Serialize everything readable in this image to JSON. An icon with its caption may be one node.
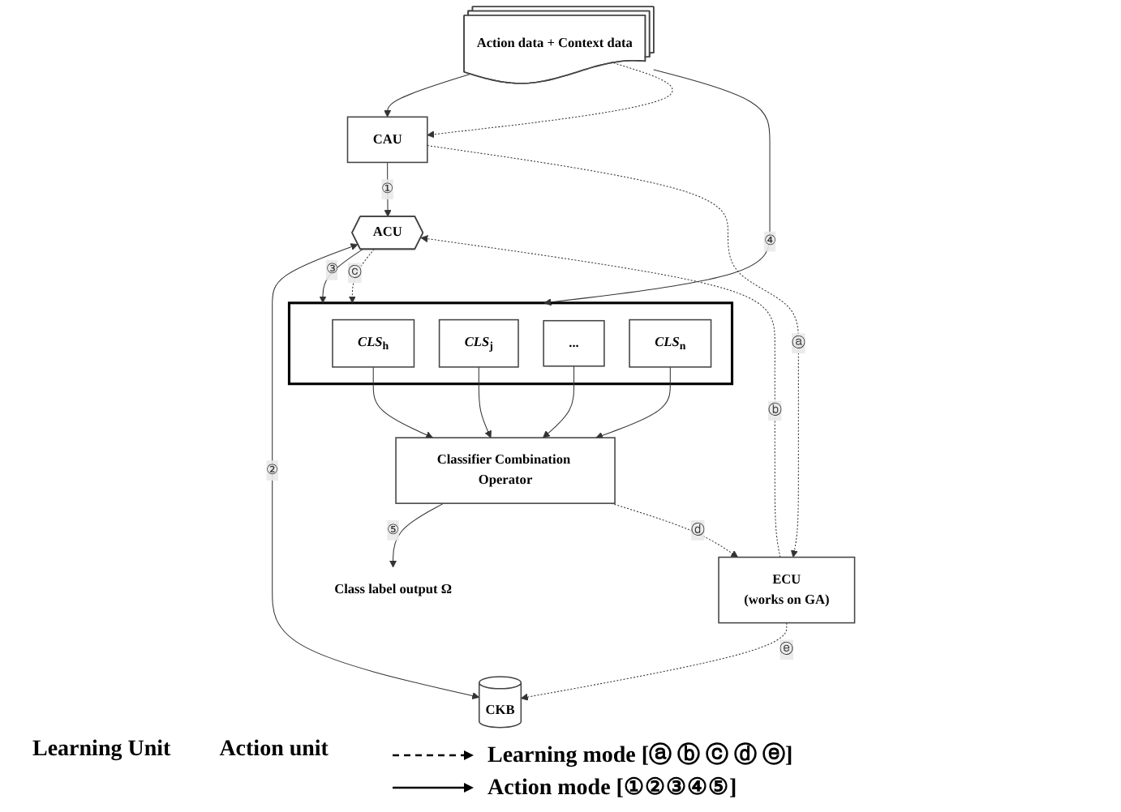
{
  "diagram": {
    "nodes": [
      {
        "text": [
          "CAU"
        ]
      },
      {
        "text": [
          "Action data + Context data"
        ]
      },
      {
        "text": [
          "ECU",
          "(works on GA)"
        ]
      },
      {
        "text": [
          "ACU"
        ]
      },
      {
        "text": [],
        "shape": "box"
      },
      {
        "text": [
          "*CLS*$_{h}$"
        ],
        "in": 4
      },
      {
        "text": [
          "*CLS*$_{j}$"
        ],
        "in": 4
      },
      {
        "text": [
          "..."
        ],
        "in": 4
      },
      {
        "text": [
          "*CLS*$_{n}$"
        ],
        "in": 4
      },
      {
        "text": [
          "Classifier Combination Operator"
        ]
      },
      {
        "text": [
          "CKB"
        ]
      },
      {
        "text": [
          "Class label output Ω"
        ]
      }
    ],
    "edges": [
      {
        "from": 0,
        "to": 3,
        "arrow": "to",
        "label": "①"
      },
      {
        "from": 0,
        "to": 2,
        "arrow": "to",
        "label": "ⓐ",
        "style": "dashed"
      },
      {
        "from": 2,
        "to": 3,
        "arrow": "to",
        "label": "ⓑ",
        "style": "dashed"
      },
      {
        "from": 3,
        "to": 4,
        "arrow": "to",
        "label": "③"
      },
      {
        "from": 3,
        "to": 4,
        "arrow": "to",
        "label": "ⓒ",
        "style": "dashed"
      },
      {
        "from": 3,
        "to": 10,
        "arrow": "both",
        "label": "②"
      },
      {
        "from": 2,
        "to": 10,
        "arrow": "to",
        "label": "ⓔ",
        "style": "dashed"
      },
      {
        "from": 1,
        "to": 0,
        "arrow": "to"
      },
      {
        "from": 1,
        "to": 0,
        "arrow": "to",
        "style": "dashed"
      },
      {
        "from": 1,
        "to": 4,
        "arrow": "to",
        "label": "④"
      },
      {
        "from": 5,
        "to": 9,
        "arrow": "to"
      },
      {
        "from": 6,
        "to": 9,
        "arrow": "to"
      },
      {
        "from": 7,
        "to": 9,
        "arrow": "to"
      },
      {
        "from": 8,
        "to": 9,
        "arrow": "to"
      },
      {
        "from": 9,
        "to": 11,
        "arrow": "to",
        "label": "⑤"
      },
      {
        "from": 9,
        "to": 2,
        "arrow": "to",
        "label": "ⓓ",
        "style": "dashed"
      }
    ],
    "labels": [
      "Learning Unit",
      "Action unit"
    ],
    "legend": [
      {
        "text": "Learning mode [ⓐ ⓑ ⓒ ⓓ ⓔ]"
      },
      {
        "text": "Action mode [①②③④⑤]"
      }
    ]
  }
}
